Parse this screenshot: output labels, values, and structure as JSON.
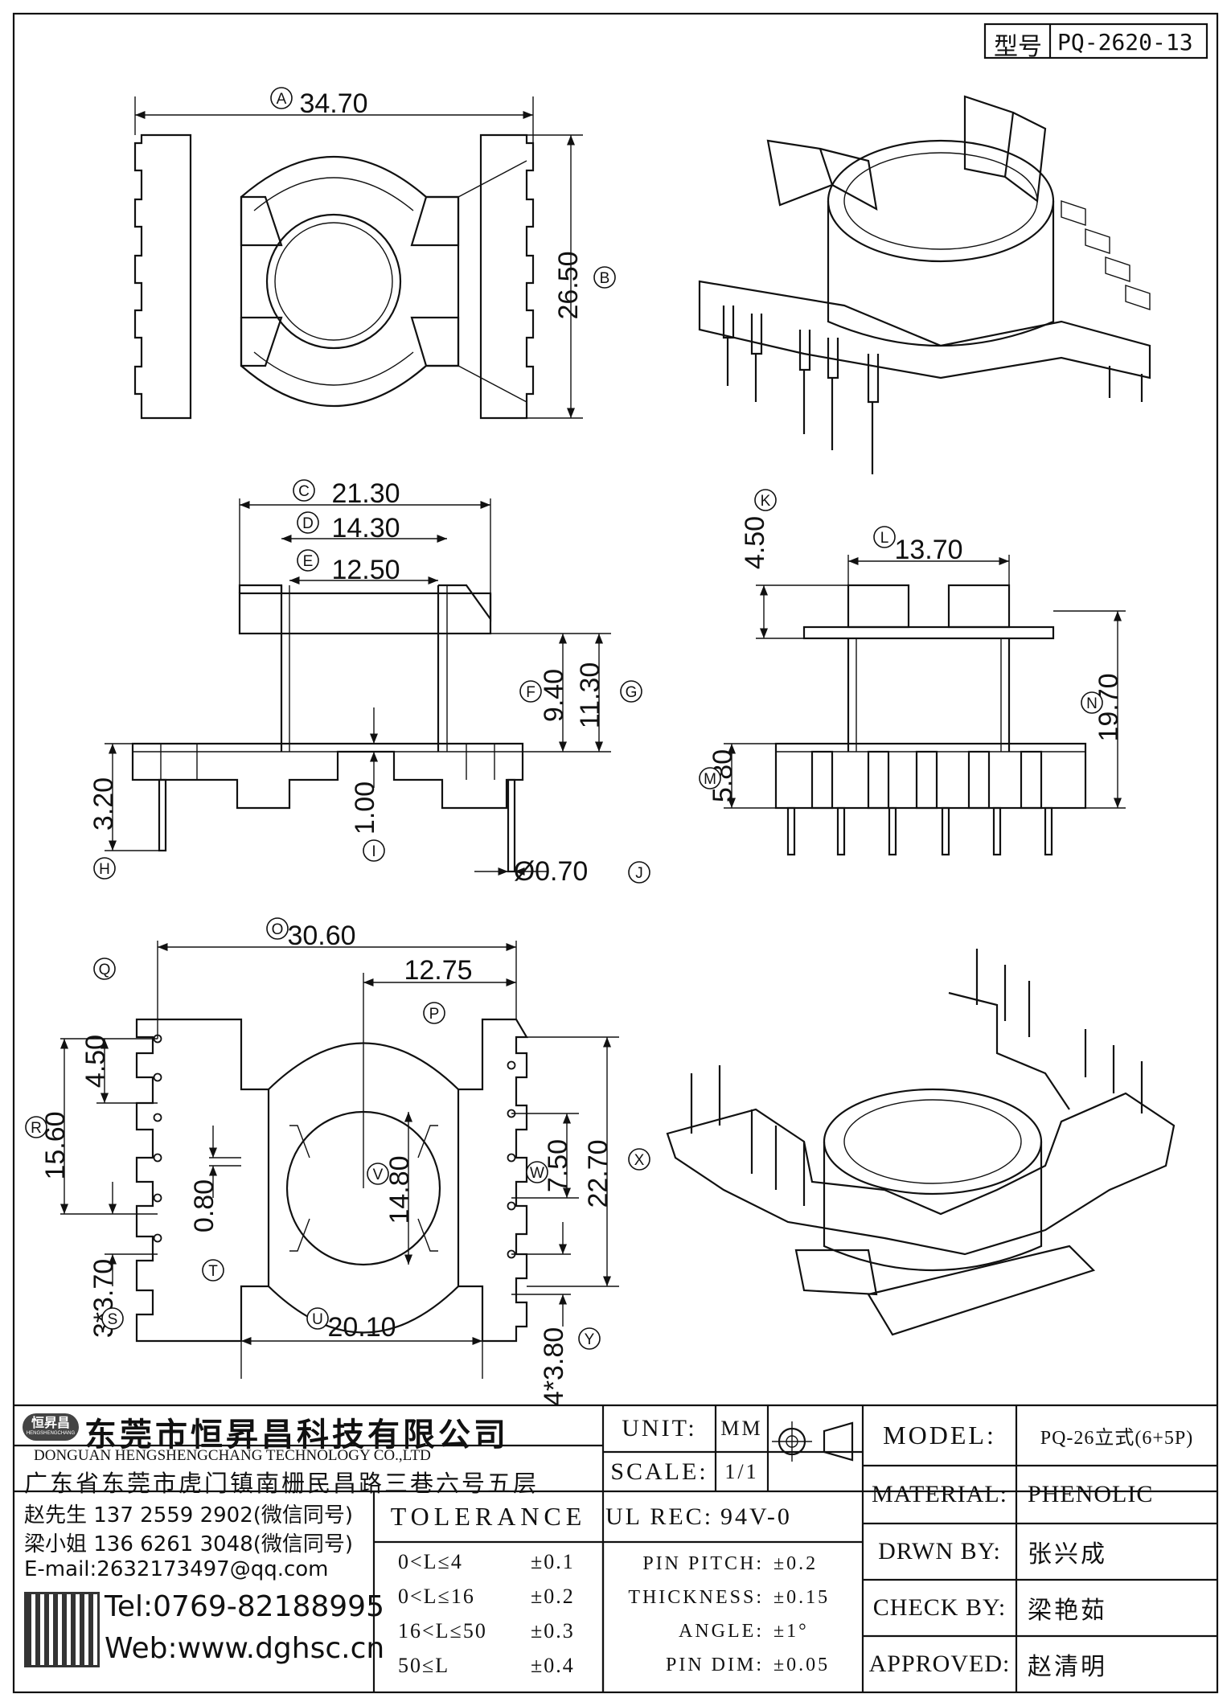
{
  "header": {
    "model_label": "型号",
    "model_value": "PQ-2620-13"
  },
  "dimensions": [
    {
      "id": "A",
      "value": "34.70"
    },
    {
      "id": "B",
      "value": "26.50"
    },
    {
      "id": "C",
      "value": "21.30"
    },
    {
      "id": "D",
      "value": "14.30"
    },
    {
      "id": "E",
      "value": "12.50"
    },
    {
      "id": "F",
      "value": "9.40"
    },
    {
      "id": "G",
      "value": "11.30"
    },
    {
      "id": "H",
      "value": "3.20"
    },
    {
      "id": "I",
      "value": "1.00"
    },
    {
      "id": "J",
      "value": "Ø0.70"
    },
    {
      "id": "K",
      "value": "4.50"
    },
    {
      "id": "L",
      "value": "13.70"
    },
    {
      "id": "M",
      "value": "5.80"
    },
    {
      "id": "N",
      "value": "19.70"
    },
    {
      "id": "O",
      "value": "30.60"
    },
    {
      "id": "P",
      "value": "12.75"
    },
    {
      "id": "Q",
      "value": "4.50"
    },
    {
      "id": "R",
      "value": "15.60"
    },
    {
      "id": "S",
      "value": "3*3.70"
    },
    {
      "id": "T",
      "value": "0.80"
    },
    {
      "id": "U",
      "value": "20.10"
    },
    {
      "id": "V",
      "value": "14.80"
    },
    {
      "id": "W",
      "value": "7.50"
    },
    {
      "id": "X",
      "value": "22.70"
    },
    {
      "id": "Y",
      "value": "4*3.80"
    }
  ],
  "company": {
    "name_cn": "东莞市恒昇昌科技有限公司",
    "name_en": "DONGUAN HENGSHENGCHANG TECHNOLOGY CO.,LTD",
    "address": "广东省东莞市虎门镇南栅民昌路三巷六号五层",
    "logo_text": "恒昇昌",
    "logo_sub": "HENGSHENGCHANG"
  },
  "contacts": {
    "line1": "赵先生 137 2559 2902(微信同号)",
    "line2": "梁小姐 136 6261 3048(微信同号)",
    "email": "E-mail:2632173497@qq.com",
    "tel": "Tel:0769-82188995",
    "web": "Web:www.dghsc.cn"
  },
  "unit": {
    "label": "UNIT:",
    "value": "MM"
  },
  "scale": {
    "label": "SCALE:",
    "value": "1/1"
  },
  "ulrec": {
    "label": "UL REC:",
    "value": "94V-0"
  },
  "tolerance": {
    "title": "TOLERANCE",
    "rows": [
      {
        "range": "0<L≤4",
        "tol": "±0.1"
      },
      {
        "range": "0<L≤16",
        "tol": "±0.2"
      },
      {
        "range": "16<L≤50",
        "tol": "±0.3"
      },
      {
        "range": "50≤L",
        "tol": "±0.4"
      }
    ],
    "extra": [
      {
        "label": "PIN PITCH:",
        "tol": "±0.2"
      },
      {
        "label": "THICKNESS:",
        "tol": "±0.15"
      },
      {
        "label": "ANGLE:",
        "tol": "±1°"
      },
      {
        "label": "PIN DIM:",
        "tol": "±0.05"
      }
    ]
  },
  "title_block": {
    "model_label": "MODEL:",
    "model_value": "PQ-26立式(6+5P)",
    "material_label": "MATERIAL:",
    "material_value": "PHENOLIC",
    "drawn_label": "DRWN BY:",
    "drawn_value": "张兴成",
    "check_label": "CHECK BY:",
    "check_value": "梁艳茹",
    "approved_label": "APPROVED:",
    "approved_value": "赵清明"
  }
}
